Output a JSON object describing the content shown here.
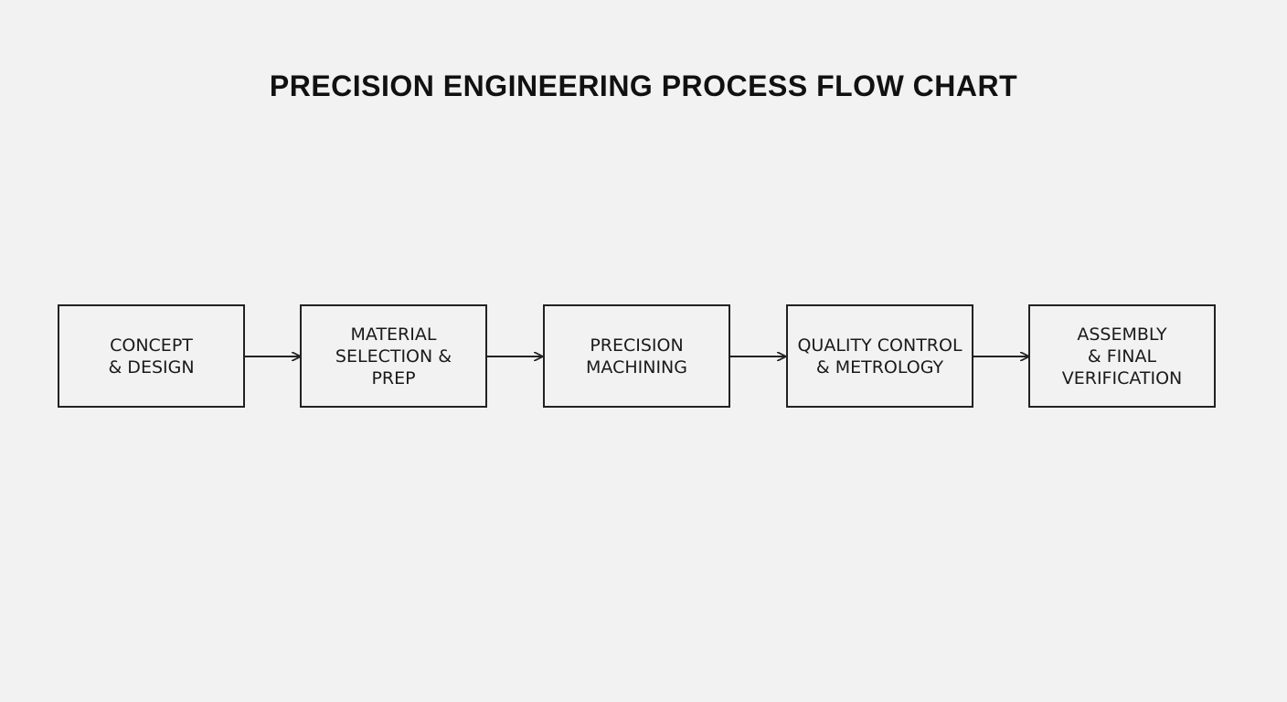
{
  "diagram": {
    "title": "PRECISION ENGINEERING PROCESS FLOW CHART",
    "steps": [
      {
        "label": "CONCEPT\n& DESIGN"
      },
      {
        "label": "MATERIAL\nSELECTION &\nPREP"
      },
      {
        "label": "PRECISION\nMACHINING"
      },
      {
        "label": "QUALITY CONTROL\n& METROLOGY"
      },
      {
        "label": "ASSEMBLY\n& FINAL\nVERIFICATION"
      }
    ],
    "colors": {
      "background": "#f2f2f2",
      "stroke": "#222222",
      "text": "#1a1a1a"
    }
  }
}
